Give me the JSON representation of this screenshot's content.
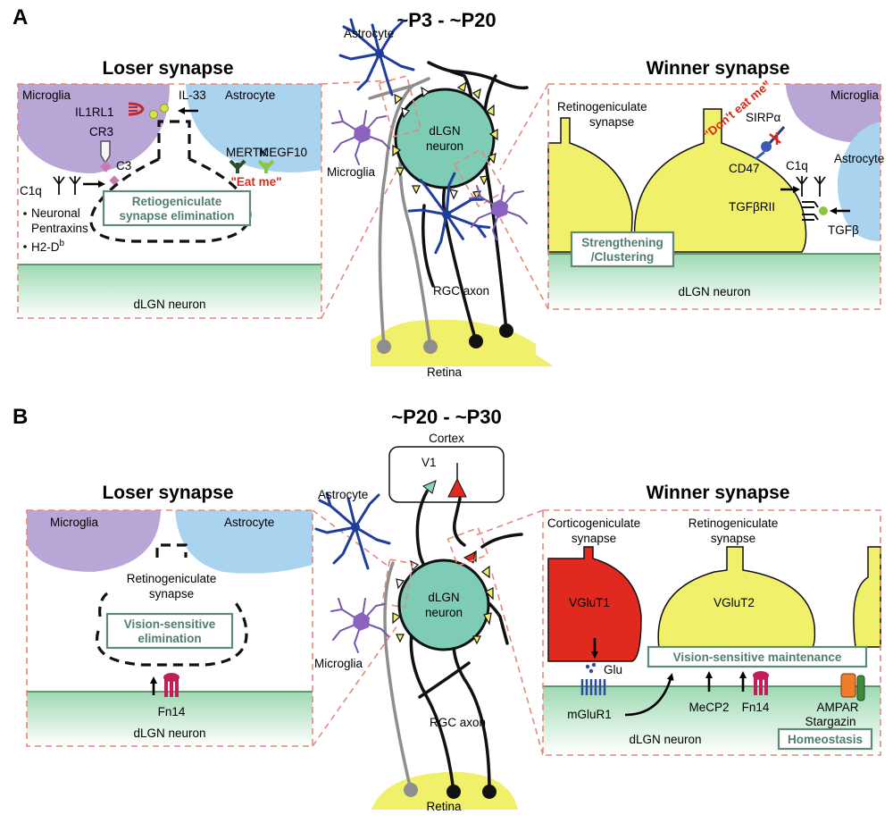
{
  "panel_a": {
    "letter": "A",
    "age": "~P3 - ~P20",
    "loser": {
      "title": "Loser synapse",
      "microglia": "Microglia",
      "astrocyte": "Astrocyte",
      "il1rl1": "IL1RL1",
      "il33": "IL-33",
      "cr3": "CR3",
      "c3": "C3",
      "c1q": "C1q",
      "mertk": "MERTK",
      "megf10": "MEGF10",
      "eat_me": "\"Eat me\"",
      "box_line1": "Retiogeniculate",
      "box_line2": "synapse elimination",
      "bullet1a": "Neuronal",
      "bullet1b": "Pentraxins",
      "bullet2": "H2-D",
      "bullet2_sup": "b",
      "neuron": "dLGN neuron"
    },
    "center": {
      "astrocyte": "Astrocyte",
      "neuron_line1": "dLGN",
      "neuron_line2": "neuron",
      "microglia": "Microglia",
      "axon": "RGC axon",
      "retina": "Retina"
    },
    "winner": {
      "title": "Winner synapse",
      "synapse_line1": "Retinogeniculate",
      "synapse_line2": "synapse",
      "microglia": "Microglia",
      "dont_eat": "\"Don't eat me\"",
      "sirpa": "SIRPα",
      "cd47": "CD47",
      "c1q": "C1q",
      "astrocyte": "Astrocyte",
      "tgfbrii": "TGFβRII",
      "tgfb": "TGFβ",
      "box_line1": "Strengthening",
      "box_line2": "/Clustering",
      "neuron": "dLGN neuron"
    }
  },
  "panel_b": {
    "letter": "B",
    "age": "~P20 - ~P30",
    "loser": {
      "title": "Loser synapse",
      "microglia": "Microglia",
      "astrocyte": "Astrocyte",
      "synapse_line1": "Retinogeniculate",
      "synapse_line2": "synapse",
      "box_line1": "Vision-sensitive",
      "box_line2": "elimination",
      "fn14": "Fn14",
      "neuron": "dLGN neuron"
    },
    "center": {
      "cortex": "Cortex",
      "v1": "V1",
      "astrocyte": "Astrocyte",
      "neuron_line1": "dLGN",
      "neuron_line2": "neuron",
      "microglia": "Microglia",
      "axon": "RGC axon",
      "retina": "Retina"
    },
    "winner": {
      "title": "Winner synapse",
      "cortico_line1": "Corticogeniculate",
      "cortico_line2": "synapse",
      "retino_line1": "Retinogeniculate",
      "retino_line2": "synapse",
      "vglut1": "VGluT1",
      "vglut2": "VGluT2",
      "glu": "Glu",
      "maintenance": "Vision-sensitive maintenance",
      "mglur1": "mGluR1",
      "mecp2": "MeCP2",
      "fn14": "Fn14",
      "ampar": "AMPAR",
      "stargazin": "Stargazin",
      "neuron": "dLGN neuron",
      "homeostasis": "Homeostasis"
    }
  },
  "colors": {
    "microglia": "#b7a6d6",
    "astrocyte": "#a9d3ef",
    "synapse_yellow": "#f0f06a",
    "vglut1_red": "#e0291f",
    "neuron_teal": "#7ecbb6",
    "box_green": "#5f8a79",
    "eat_me_red": "#d92a1c"
  }
}
